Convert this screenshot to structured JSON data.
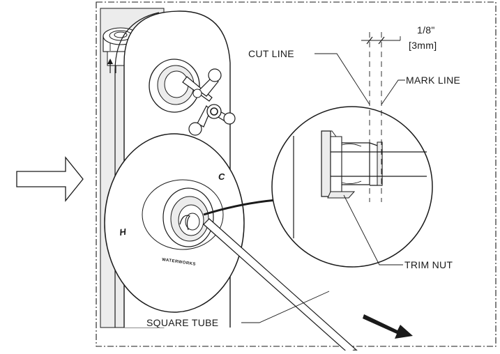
{
  "labels": {
    "dimension_imperial": "1/8\"",
    "dimension_metric": "[3mm]",
    "cut_line": "CUT LINE",
    "mark_line": "MARK LINE",
    "trim_nut": "TRIM NUT",
    "square_tube": "SQUARE TUBE",
    "hot": "H",
    "cold": "C",
    "brand_mark": "WATERWORKS"
  },
  "colors": {
    "ink": "#1a1a1a",
    "paper": "#ffffff",
    "wall_gray": "#ececec"
  },
  "icons": {
    "left_arrow": "outline-right-arrow-icon",
    "pull_arrow": "solid-arrow-icon"
  }
}
